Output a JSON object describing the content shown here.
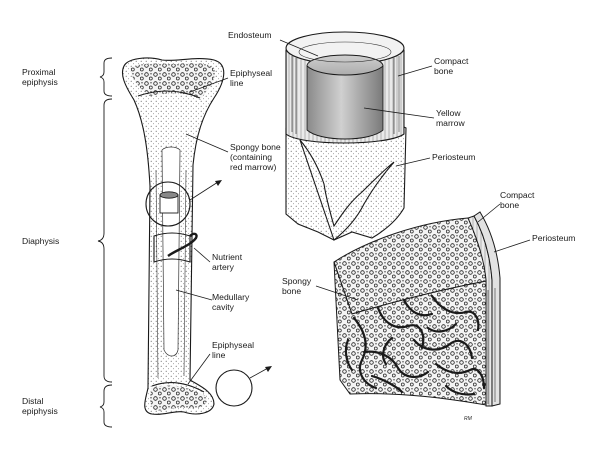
{
  "sections": {
    "proximal_epiphysis": [
      "Proximal",
      "epiphysis"
    ],
    "diaphysis": [
      "Diaphysis"
    ],
    "distal_epiphysis": [
      "Distal",
      "epiphysis"
    ]
  },
  "long_bone_labels": {
    "epiphyseal_line_top": [
      "Epiphyseal",
      "line"
    ],
    "spongy_bone_red": [
      "Spongy bone",
      "(containing",
      "red marrow)"
    ],
    "nutrient_artery": [
      "Nutrient",
      "artery"
    ],
    "medullary_cavity": [
      "Medullary",
      "cavity"
    ],
    "epiphyseal_line_bottom": [
      "Epiphyseal",
      "line"
    ]
  },
  "shaft_section_labels": {
    "endosteum": [
      "Endosteum"
    ],
    "compact_bone": [
      "Compact",
      "bone"
    ],
    "yellow_marrow": [
      "Yellow",
      "marrow"
    ],
    "periosteum": [
      "Periosteum"
    ]
  },
  "spongy_section_labels": {
    "compact_bone": [
      "Compact",
      "bone"
    ],
    "periosteum": [
      "Periosteum"
    ],
    "spongy_bone": [
      "Spongy",
      "bone"
    ]
  },
  "signature": "RM"
}
